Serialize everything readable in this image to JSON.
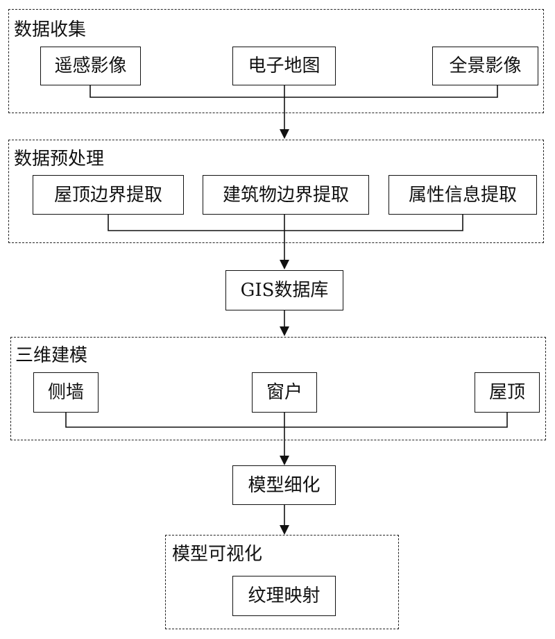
{
  "data_collection": {
    "title": "数据收集",
    "items": [
      "遥感影像",
      "电子地图",
      "全景影像"
    ]
  },
  "preprocessing": {
    "title": "数据预处理",
    "items": [
      "屋顶边界提取",
      "建筑物边界提取",
      "属性信息提取"
    ]
  },
  "gis_database": {
    "label": "GIS数据库"
  },
  "modeling_3d": {
    "title": "三维建模",
    "items": [
      "侧墙",
      "窗户",
      "屋顶"
    ]
  },
  "model_refinement": {
    "label": "模型细化"
  },
  "visualization": {
    "title": "模型可视化",
    "items": [
      "纹理映射"
    ]
  }
}
